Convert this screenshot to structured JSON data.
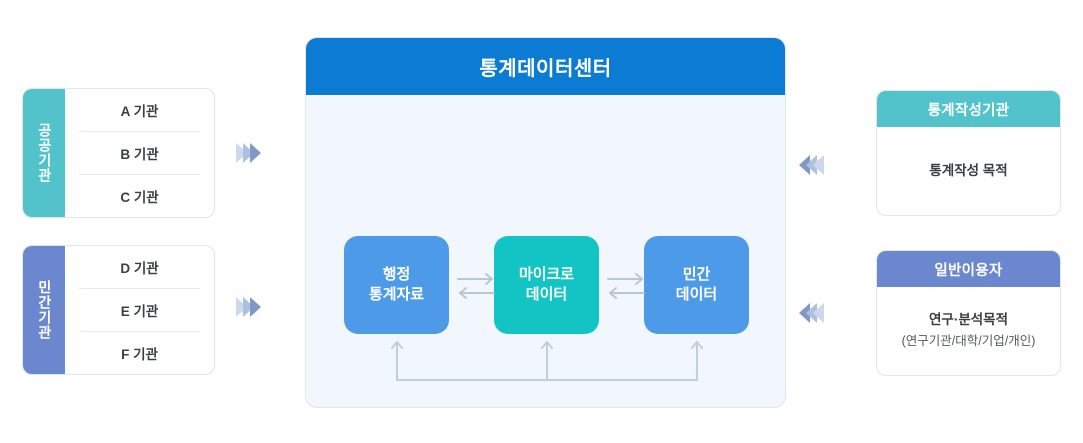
{
  "sources": [
    {
      "tab_label": "공공기관",
      "tab_color": "#53c3cb",
      "items": [
        "A 기관",
        "B 기관",
        "C 기관"
      ],
      "arrow_icon": "triple-chevron-right-icon"
    },
    {
      "tab_label": "민간기관",
      "tab_color": "#6b87ce",
      "items": [
        "D 기관",
        "E 기관",
        "F 기관"
      ],
      "arrow_icon": "triple-chevron-right-icon"
    }
  ],
  "hub": {
    "title": "통계데이터센터",
    "header_color": "#0b7bd4",
    "body_color": "#f2f7fd",
    "nodes": [
      {
        "label": "행정\n통계자료",
        "line1": "행정",
        "line2": "통계자료",
        "color": "#4d9be8"
      },
      {
        "label": "마이크로\n데이터",
        "line1": "마이크로",
        "line2": "데이터",
        "color": "#12c4c4"
      },
      {
        "label": "민간\n데이터",
        "line1": "민간",
        "line2": "데이터",
        "color": "#4d9be8"
      }
    ],
    "exchange_icon": "bidirectional-arrows-icon",
    "feedback_icon": "feedback-loop-arrows-icon"
  },
  "consumers": [
    {
      "header": "통계작성기관",
      "header_color": "#53c3cb",
      "main_text": "통계작성 목적",
      "sub_text": "",
      "arrow_icon": "triple-chevron-left-icon"
    },
    {
      "header": "일반이용자",
      "header_color": "#6b87ce",
      "main_text": "연구·분석목적",
      "sub_text": "(연구기관/대학/기업/개인)",
      "arrow_icon": "triple-chevron-left-icon"
    }
  ]
}
